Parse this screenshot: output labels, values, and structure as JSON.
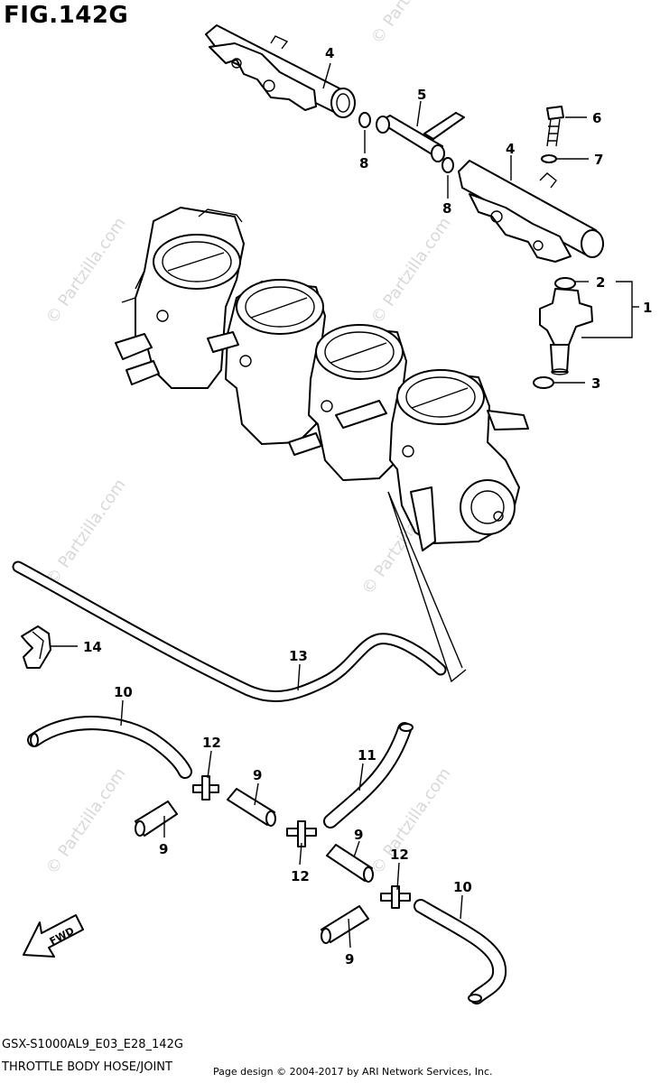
{
  "figure": {
    "title": "FIG.142G"
  },
  "watermark": {
    "text": "© Partzilla.com",
    "color": "#d8d8d8"
  },
  "callouts": {
    "c1": "1",
    "c2": "2",
    "c3": "3",
    "c4a": "4",
    "c4b": "4",
    "c5": "5",
    "c6": "6",
    "c7": "7",
    "c8a": "8",
    "c8b": "8",
    "c9a": "9",
    "c9b": "9",
    "c9c": "9",
    "c9d": "9",
    "c10a": "10",
    "c10b": "10",
    "c11": "11",
    "c12a": "12",
    "c12b": "12",
    "c12c": "12",
    "c13": "13",
    "c14": "14"
  },
  "direction_arrow": {
    "label": "FWD"
  },
  "footer": {
    "model": "GSX-S1000AL9_E03_E28_142G",
    "section_title": "THROTTLE BODY HOSE/JOINT",
    "copyright": "Page design © 2004-2017 by ARI Network Services, Inc."
  }
}
